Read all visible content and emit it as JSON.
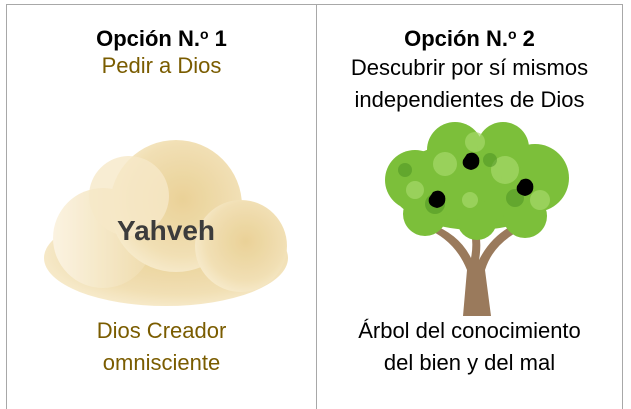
{
  "option1": {
    "heading": "Opción N.",
    "heading_sup": "o",
    "heading_num": " 1",
    "subtitle": "Pedir a Dios",
    "cloud_label": "Yahveh",
    "caption_line1": "Dios Creador",
    "caption_line2": "omnisciente"
  },
  "option2": {
    "heading": "Opción N.",
    "heading_sup": "o",
    "heading_num": " 2",
    "subtitle_line1": "Descubrir por sí mismos",
    "subtitle_line2": "independientes de Dios",
    "caption_line1": "Árbol del conocimiento",
    "caption_line2": "del bien y del mal"
  },
  "colors": {
    "gold_text": "#7a5c00",
    "cloud_fill": "#f0dcae",
    "tree_leaves": "#7cbf3a",
    "tree_trunk": "#9a7a5c",
    "fruit": "#000000",
    "border": "#a8a8a8"
  },
  "icons": {
    "cloud": "cloud-icon",
    "tree": "tree-icon"
  }
}
